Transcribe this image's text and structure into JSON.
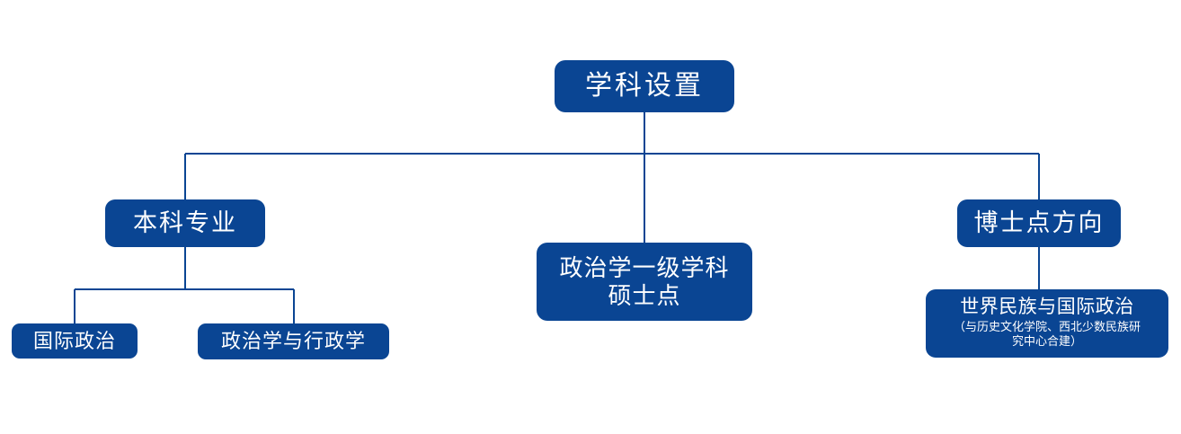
{
  "diagram": {
    "type": "org-chart",
    "title": "学科设置",
    "accent_color": "#0a4593",
    "text_color": "#ffffff",
    "background_color": "#ffffff",
    "connector_color": "#0a4593",
    "nodes": {
      "root": {
        "label": "学科设置"
      },
      "undergraduate": {
        "label": "本科专业"
      },
      "master": {
        "label": "政治学一级学科\n硕士点"
      },
      "doctoral": {
        "label": "博士点方向"
      },
      "international_politics": {
        "label": "国际政治"
      },
      "politics_and_administration": {
        "label": "政治学与行政学"
      },
      "world_ethnic_international_politics": {
        "label": "世界民族与国际政治",
        "sublabel": "（与历史文化学院、西北少数民族研\n究中心合建）"
      }
    }
  }
}
